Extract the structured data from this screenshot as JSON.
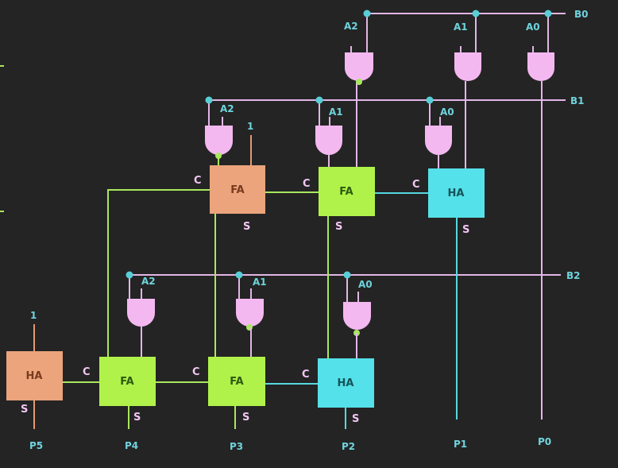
{
  "colors": {
    "background": "#242424",
    "bus_wire": "#e2b6e6",
    "gate": "#f4b8f0",
    "fa": "#b0f24a",
    "ha_cyan": "#55e1e9",
    "ha_orange": "#eba47c",
    "dot": "#58cfd6",
    "label_cyan": "#6fd3dc",
    "label_pink": "#f2c6f2",
    "green_wire": "#a8e85e",
    "cyan_wire": "#55d8e0",
    "orange_wire": "#e49a70"
  },
  "buses": {
    "b0": "B0",
    "b1": "B1",
    "b2": "B2"
  },
  "gates": {
    "row0": [
      "A2",
      "A1",
      "A0"
    ],
    "row1": [
      "A2",
      "A1",
      "A0"
    ],
    "row2": [
      "A2",
      "A1",
      "A0"
    ]
  },
  "blocks": {
    "r1_left": "FA",
    "r1_mid": "FA",
    "r1_right": "HA",
    "r2_left": "FA",
    "r2_mid": "FA",
    "r2_right": "HA",
    "final": "HA"
  },
  "ports": {
    "carry": "C",
    "sum": "S",
    "one": "1"
  },
  "outputs": {
    "p5": "P5",
    "p4": "P4",
    "p3": "P3",
    "p2": "P2",
    "p1": "P1",
    "p0": "P0"
  }
}
